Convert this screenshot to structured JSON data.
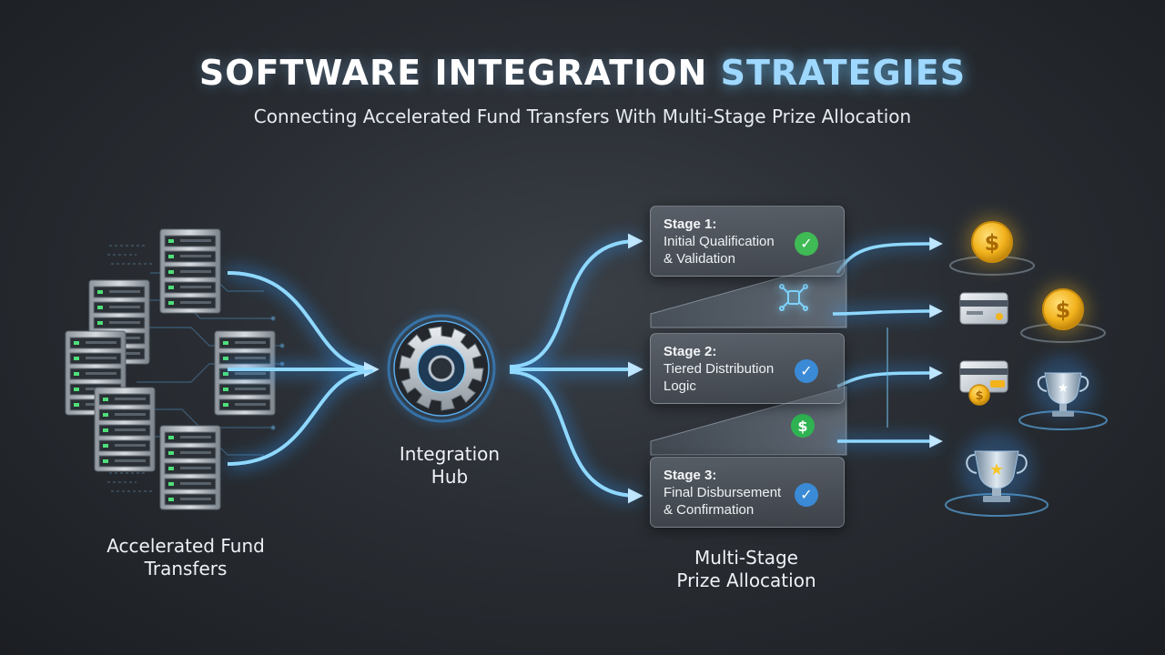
{
  "title": {
    "main": "SOFTWARE INTEGRATION",
    "accent": "STRATEGIES"
  },
  "subtitle": "Connecting Accelerated Fund Transfers With Multi-Stage Prize Allocation",
  "source": {
    "label_line1": "Accelerated Fund",
    "label_line2": "Transfers",
    "icon": "server-rack-icon"
  },
  "hub": {
    "label_line1": "Integration",
    "label_line2": "Hub",
    "icon": "gear-icon"
  },
  "stages_label": {
    "line1": "Multi-Stage",
    "line2": "Prize Allocation"
  },
  "stages": [
    {
      "title": "Stage 1:",
      "line1": "Initial Qualification",
      "line2": "& Validation",
      "icon": "check-icon",
      "color": "#3fba55"
    },
    {
      "title": "Stage 2:",
      "line1": "Tiered Distribution",
      "line2": "Logic",
      "icon": "check-icon",
      "color": "#3a8ad6"
    },
    {
      "title": "Stage 3:",
      "line1": "Final Disbursement",
      "line2": "& Confirmation",
      "icon": "check-icon",
      "color": "#3a8ad6"
    }
  ],
  "connector_icons": [
    {
      "icon": "network-node-icon",
      "color": "#7fd4ff"
    },
    {
      "icon": "dollar-icon",
      "color": "#2fb352"
    }
  ],
  "rewards": [
    {
      "icon": "gold-coin-icon",
      "symbol": "$"
    },
    {
      "icon": "credit-card-icon"
    },
    {
      "icon": "gold-coin-icon",
      "symbol": "$"
    },
    {
      "icon": "credit-card-coin-icon",
      "symbol": "$"
    },
    {
      "icon": "trophy-icon",
      "symbol": "★"
    },
    {
      "icon": "trophy-icon",
      "symbol": "★"
    }
  ],
  "colors": {
    "flow": "#69c8ff",
    "glow": "#2e9bff",
    "gold": "#f5b820"
  }
}
